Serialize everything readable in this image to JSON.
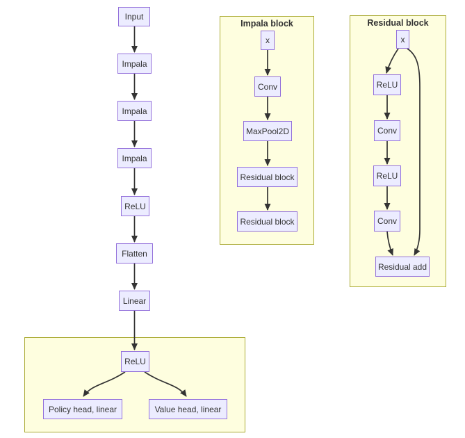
{
  "diagram": {
    "type": "flowchart",
    "colors": {
      "node_fill": "#ECECFF",
      "node_border": "#9370DB",
      "cluster_fill": "#FEFEDF",
      "cluster_border": "#AAAA33",
      "edge": "#333333",
      "text": "#333333",
      "background": "#FFFFFF"
    },
    "main_chain": [
      {
        "label": "Input"
      },
      {
        "label": "Impala"
      },
      {
        "label": "Impala"
      },
      {
        "label": "Impala"
      },
      {
        "label": "ReLU"
      },
      {
        "label": "Flatten"
      },
      {
        "label": "Linear"
      }
    ],
    "heads_cluster": {
      "title": "",
      "nodes": [
        {
          "label": "ReLU"
        },
        {
          "label": "Policy head, linear"
        },
        {
          "label": "Value head, linear"
        }
      ]
    },
    "impala_cluster": {
      "title": "Impala block",
      "nodes": [
        {
          "label": "x"
        },
        {
          "label": "Conv"
        },
        {
          "label": "MaxPool2D"
        },
        {
          "label": "Residual block"
        },
        {
          "label": "Residual block"
        }
      ]
    },
    "residual_cluster": {
      "title": "Residual block",
      "nodes": [
        {
          "label": "x"
        },
        {
          "label": "ReLU"
        },
        {
          "label": "Conv"
        },
        {
          "label": "ReLU"
        },
        {
          "label": "Conv"
        },
        {
          "label": "Residual add"
        }
      ]
    }
  }
}
